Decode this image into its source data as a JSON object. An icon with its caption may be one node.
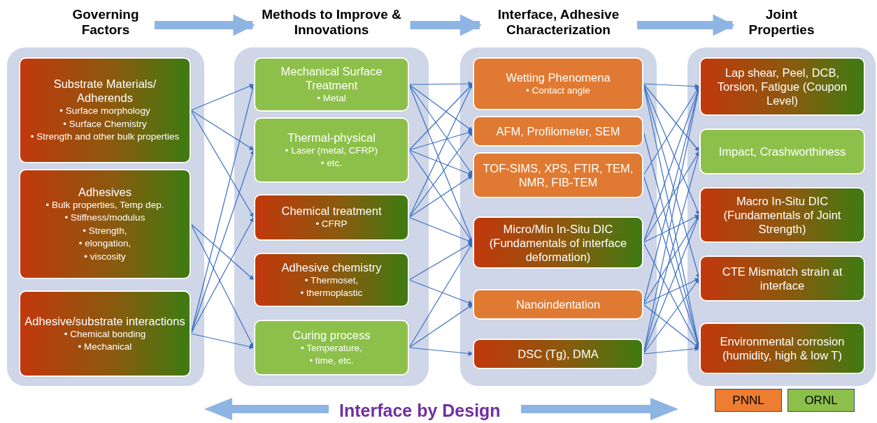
{
  "diagram": {
    "nodes": [
      {
        "text": [
          "Governing Factors"
        ]
      },
      {
        "text": [
          "Substrate Materials/ Adherends",
          "• Surface morphology",
          "• Surface Chemistry",
          "• Strength and other bulk properties"
        ],
        "in": 0
      },
      {
        "text": [
          "Adhesives",
          "• Bulk properties, Temp dep.",
          "• Stiffness/modulus",
          "• Strength,",
          "• elongation,",
          "• viscosity"
        ],
        "in": 0
      },
      {
        "text": [
          "Adhesive/substrate interactions",
          "• Chemical bonding",
          "• Mechanical"
        ],
        "in": 0
      },
      {
        "text": [
          "Methods to Improve & Innovations"
        ]
      },
      {
        "text": [
          "Mechanical Surface Treatment",
          "• Metal"
        ],
        "in": 4
      },
      {
        "text": [
          "Thermal-physical",
          "• Laser (metal, CFRP)",
          "• etc."
        ],
        "in": 4
      },
      {
        "text": [
          "Chemical treatment",
          "• CFRP"
        ],
        "in": 4
      },
      {
        "text": [
          "Adhesive chemistry",
          "• Thermoset,",
          "• thermoplastic"
        ],
        "in": 4
      },
      {
        "text": [
          "Curing process",
          "• Temperature,",
          "• time, etc."
        ],
        "in": 4
      },
      {
        "text": [
          "Interface, Adhesive Characterization"
        ]
      },
      {
        "text": [
          "Wetting Phenomena",
          "• Contact angle"
        ],
        "in": 10
      },
      {
        "text": [
          "AFM, Profilometer, SEM"
        ],
        "in": 10
      },
      {
        "text": [
          "TOF-SIMS, XPS, FTIR, TEM, NMR, FIB-TEM"
        ],
        "in": 10
      },
      {
        "text": [
          "Micro/Min In-Situ DIC (Fundamentals of interface deformation)"
        ],
        "in": 10
      },
      {
        "text": [
          "Nanoindentation"
        ],
        "in": 10
      },
      {
        "text": [
          "DSC (Tg), DMA"
        ],
        "in": 10
      },
      {
        "text": [
          "Joint Properties"
        ]
      },
      {
        "text": [
          "Lap shear, Peel, DCB, Torsion, Fatigue (Coupon Level)"
        ],
        "in": 17
      },
      {
        "text": [
          "Impact, Crashworthiness"
        ],
        "in": 17
      },
      {
        "text": [
          "Macro In-Situ DIC (Fundamentals of Joint Strength)"
        ],
        "in": 17
      },
      {
        "text": [
          "CTE Mismatch strain at interface"
        ],
        "in": 17
      },
      {
        "text": [
          "Environmental corrosion (humidity, high & low T)"
        ],
        "in": 17
      }
    ],
    "edges": [
      {
        "from": 0,
        "to": 4,
        "arrow": "to",
        "style": "thick",
        "color": "#8eb4e3"
      },
      {
        "from": 4,
        "to": 10,
        "arrow": "to",
        "style": "thick",
        "color": "#8eb4e3"
      },
      {
        "from": 10,
        "to": 17,
        "arrow": "to",
        "style": "thick",
        "color": "#8eb4e3"
      },
      {
        "from": 1,
        "to": 5,
        "arrow": "to"
      },
      {
        "from": 1,
        "to": 6,
        "arrow": "to"
      },
      {
        "from": 1,
        "to": 7,
        "arrow": "to"
      },
      {
        "from": 2,
        "to": 8,
        "arrow": "to"
      },
      {
        "from": 2,
        "to": 9,
        "arrow": "to"
      },
      {
        "from": 3,
        "to": 5,
        "arrow": "to"
      },
      {
        "from": 3,
        "to": 6,
        "arrow": "to"
      },
      {
        "from": 3,
        "to": 7,
        "arrow": "to"
      },
      {
        "from": 3,
        "to": 9,
        "arrow": "to"
      },
      {
        "from": 5,
        "to": 11,
        "arrow": "to"
      },
      {
        "from": 5,
        "to": 12,
        "arrow": "to"
      },
      {
        "from": 5,
        "to": 13,
        "arrow": "to"
      },
      {
        "from": 5,
        "to": 14,
        "arrow": "to"
      },
      {
        "from": 6,
        "to": 11,
        "arrow": "to"
      },
      {
        "from": 6,
        "to": 12,
        "arrow": "to"
      },
      {
        "from": 6,
        "to": 13,
        "arrow": "to"
      },
      {
        "from": 6,
        "to": 14,
        "arrow": "to"
      },
      {
        "from": 7,
        "to": 11,
        "arrow": "to"
      },
      {
        "from": 7,
        "to": 12,
        "arrow": "to"
      },
      {
        "from": 7,
        "to": 13,
        "arrow": "to"
      },
      {
        "from": 7,
        "to": 14,
        "arrow": "to"
      },
      {
        "from": 8,
        "to": 14,
        "arrow": "to"
      },
      {
        "from": 8,
        "to": 15,
        "arrow": "to"
      },
      {
        "from": 9,
        "to": 14,
        "arrow": "to"
      },
      {
        "from": 9,
        "to": 15,
        "arrow": "to"
      },
      {
        "from": 9,
        "to": 16,
        "arrow": "to"
      },
      {
        "from": 11,
        "to": 18,
        "arrow": "to"
      },
      {
        "from": 11,
        "to": 19,
        "arrow": "to"
      },
      {
        "from": 11,
        "to": 20,
        "arrow": "to"
      },
      {
        "from": 11,
        "to": 21,
        "arrow": "to"
      },
      {
        "from": 11,
        "to": 22,
        "arrow": "to"
      },
      {
        "from": 12,
        "to": 22,
        "arrow": "to"
      },
      {
        "from": 13,
        "to": 18,
        "arrow": "to"
      },
      {
        "from": 13,
        "to": 22,
        "arrow": "to"
      },
      {
        "from": 14,
        "to": 18,
        "arrow": "to"
      },
      {
        "from": 14,
        "to": 19,
        "arrow": "to"
      },
      {
        "from": 14,
        "to": 20,
        "arrow": "to"
      },
      {
        "from": 14,
        "to": 22,
        "arrow": "to"
      },
      {
        "from": 15,
        "to": 18,
        "arrow": "to"
      },
      {
        "from": 15,
        "to": 20,
        "arrow": "to"
      },
      {
        "from": 15,
        "to": 21,
        "arrow": "to"
      },
      {
        "from": 15,
        "to": 22,
        "arrow": "to"
      },
      {
        "from": 16,
        "to": 18,
        "arrow": "to"
      },
      {
        "from": 16,
        "to": 19,
        "arrow": "to"
      },
      {
        "from": 16,
        "to": 20,
        "arrow": "to"
      },
      {
        "from": 16,
        "to": 21,
        "arrow": "to"
      },
      {
        "from": 16,
        "to": 22,
        "arrow": "to"
      }
    ],
    "labels": [
      "Interface by Design"
    ],
    "legend": [
      {
        "text": "PNNL",
        "color": "#ed7d31"
      },
      {
        "text": "ORNL",
        "color": "#8dc04a"
      }
    ]
  }
}
